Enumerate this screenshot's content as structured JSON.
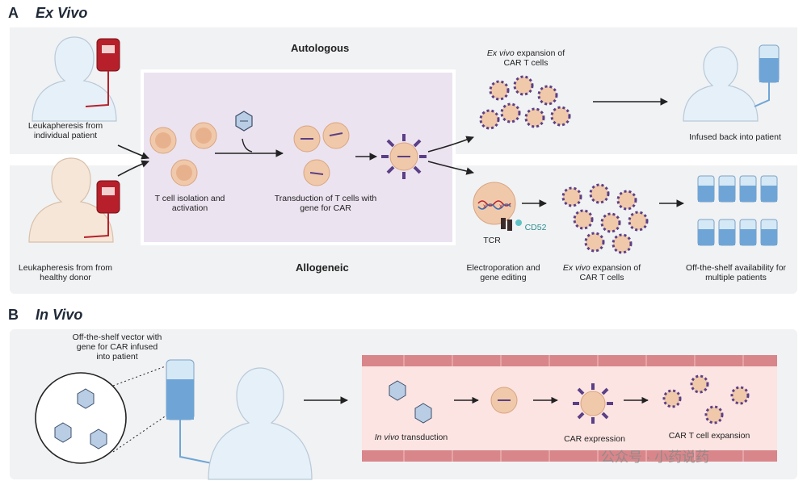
{
  "panel_a": {
    "letter": "A",
    "title": "Ex Vivo",
    "autologous_label": "Autologous",
    "allogeneic_label": "Allogeneic",
    "leukapheresis_individual": "Leukapheresis from individual patient",
    "leukapheresis_donor": "Leukapheresis from from healthy donor",
    "isolation": "T cell isolation and activation",
    "transduction": "Transduction of T cells with gene for CAR",
    "expansion_italic": "Ex vivo",
    "expansion_rest": "expansion of CAR T cells",
    "infused_back": "Infused back into patient",
    "electroporation": "Electroporation and gene editing",
    "tcr": "TCR",
    "cd52": "CD52",
    "off_the_shelf": "Off-the-shelf availability for multiple patients"
  },
  "panel_b": {
    "letter": "B",
    "title": "In Vivo",
    "vector_label": "Off-the-shelf vector with gene for CAR infused into patient",
    "in_vivo_italic": "In vivo",
    "in_vivo_rest": "transduction",
    "car_expression": "CAR  expression",
    "car_expansion": "CAR T cell expansion"
  },
  "watermark": "公众号 · 小药说药",
  "colors": {
    "panel_bg": "#f1f2f4",
    "process_box": "#ece3f1",
    "cell_fill": "#f0c9ab",
    "car_purple": "#5b3f86",
    "blood_red": "#b7202a",
    "vessel": "#e9a8a8"
  }
}
